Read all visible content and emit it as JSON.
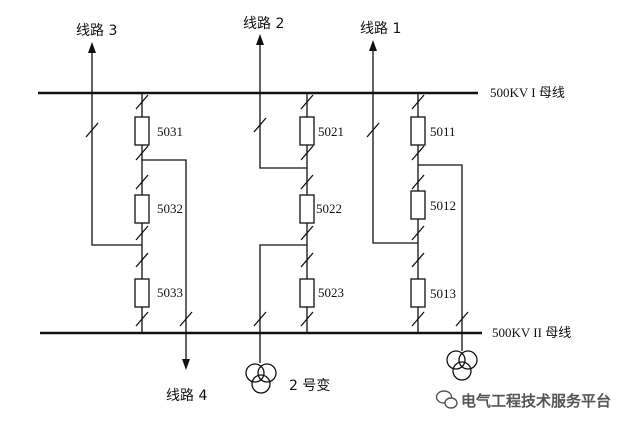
{
  "buses": {
    "bus_1": "500KV I 母线",
    "bus_2": "500KV II 母线"
  },
  "lines": {
    "line_1": "线路 1",
    "line_2": "线路 2",
    "line_3": "线路 3",
    "line_4": "线路 4"
  },
  "transformer": {
    "label": "2 号变"
  },
  "breakers": [
    "5031",
    "5032",
    "5033",
    "5021",
    "5022",
    "5023",
    "5011",
    "5012",
    "5013"
  ],
  "watermark": {
    "text": "电气工程技术服务平台",
    "icon": "wechat-icon"
  },
  "colors": {
    "stroke": "#111111",
    "background": "#ffffff",
    "watermark": "#555555"
  }
}
